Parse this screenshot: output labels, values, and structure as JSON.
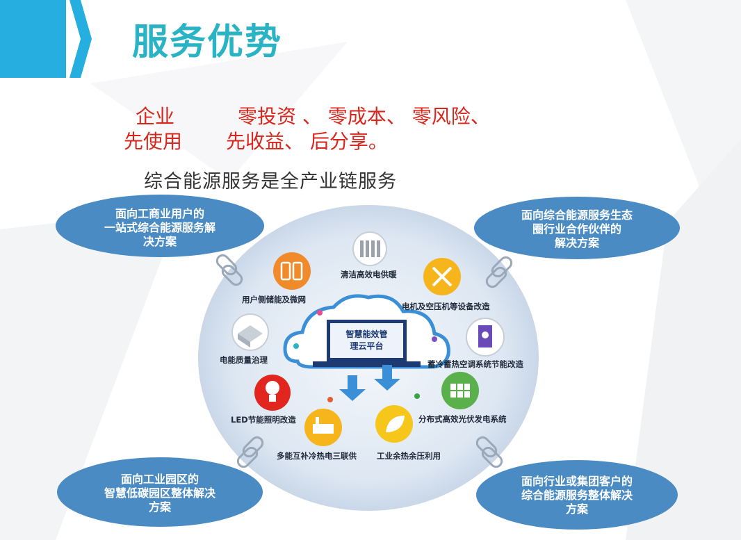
{
  "title": "服务优势",
  "slogan": {
    "line1_left": "企业",
    "line1_right": "零投资 、 零成本、 零风险、",
    "line2_left": "先使用",
    "line2_right": "先收益、 后分享。"
  },
  "subtitle": "综合能源服务是全产业链服务",
  "diagram": {
    "corners": {
      "top_left": [
        "面向工商业用户的",
        "一站式综合能源服务解",
        "决方案"
      ],
      "top_right": [
        "面向综合能源服务生态",
        "圈行业合作伙伴的",
        "解决方案"
      ],
      "bottom_left": [
        "面向工业园区的",
        "智慧低碳园区整体解决",
        "方案"
      ],
      "bottom_right": [
        "面向行业或集团客户的",
        "综合能源服务整体解决",
        "方案"
      ]
    },
    "center": [
      "智慧能效管",
      "理云平台"
    ],
    "items": {
      "heating": "清洁高效电供暖",
      "storage": "用户侧储能及微网",
      "motor": "电机及空压机等设备改造",
      "power_quality": "电能质量治理",
      "hvac": "蓄冷蓄热空调系统节能改造",
      "led": "LED节能照明改造",
      "solar": "分布式高效光伏发电系统",
      "cchp": "多能互补冷热电三联供",
      "waste_heat": "工业余热余压利用"
    }
  },
  "colors": {
    "title": "#2ab3c4",
    "slogan": "#d9261c",
    "ellipse": "#4a8bc4",
    "center_circle": "#dfe8f3"
  }
}
